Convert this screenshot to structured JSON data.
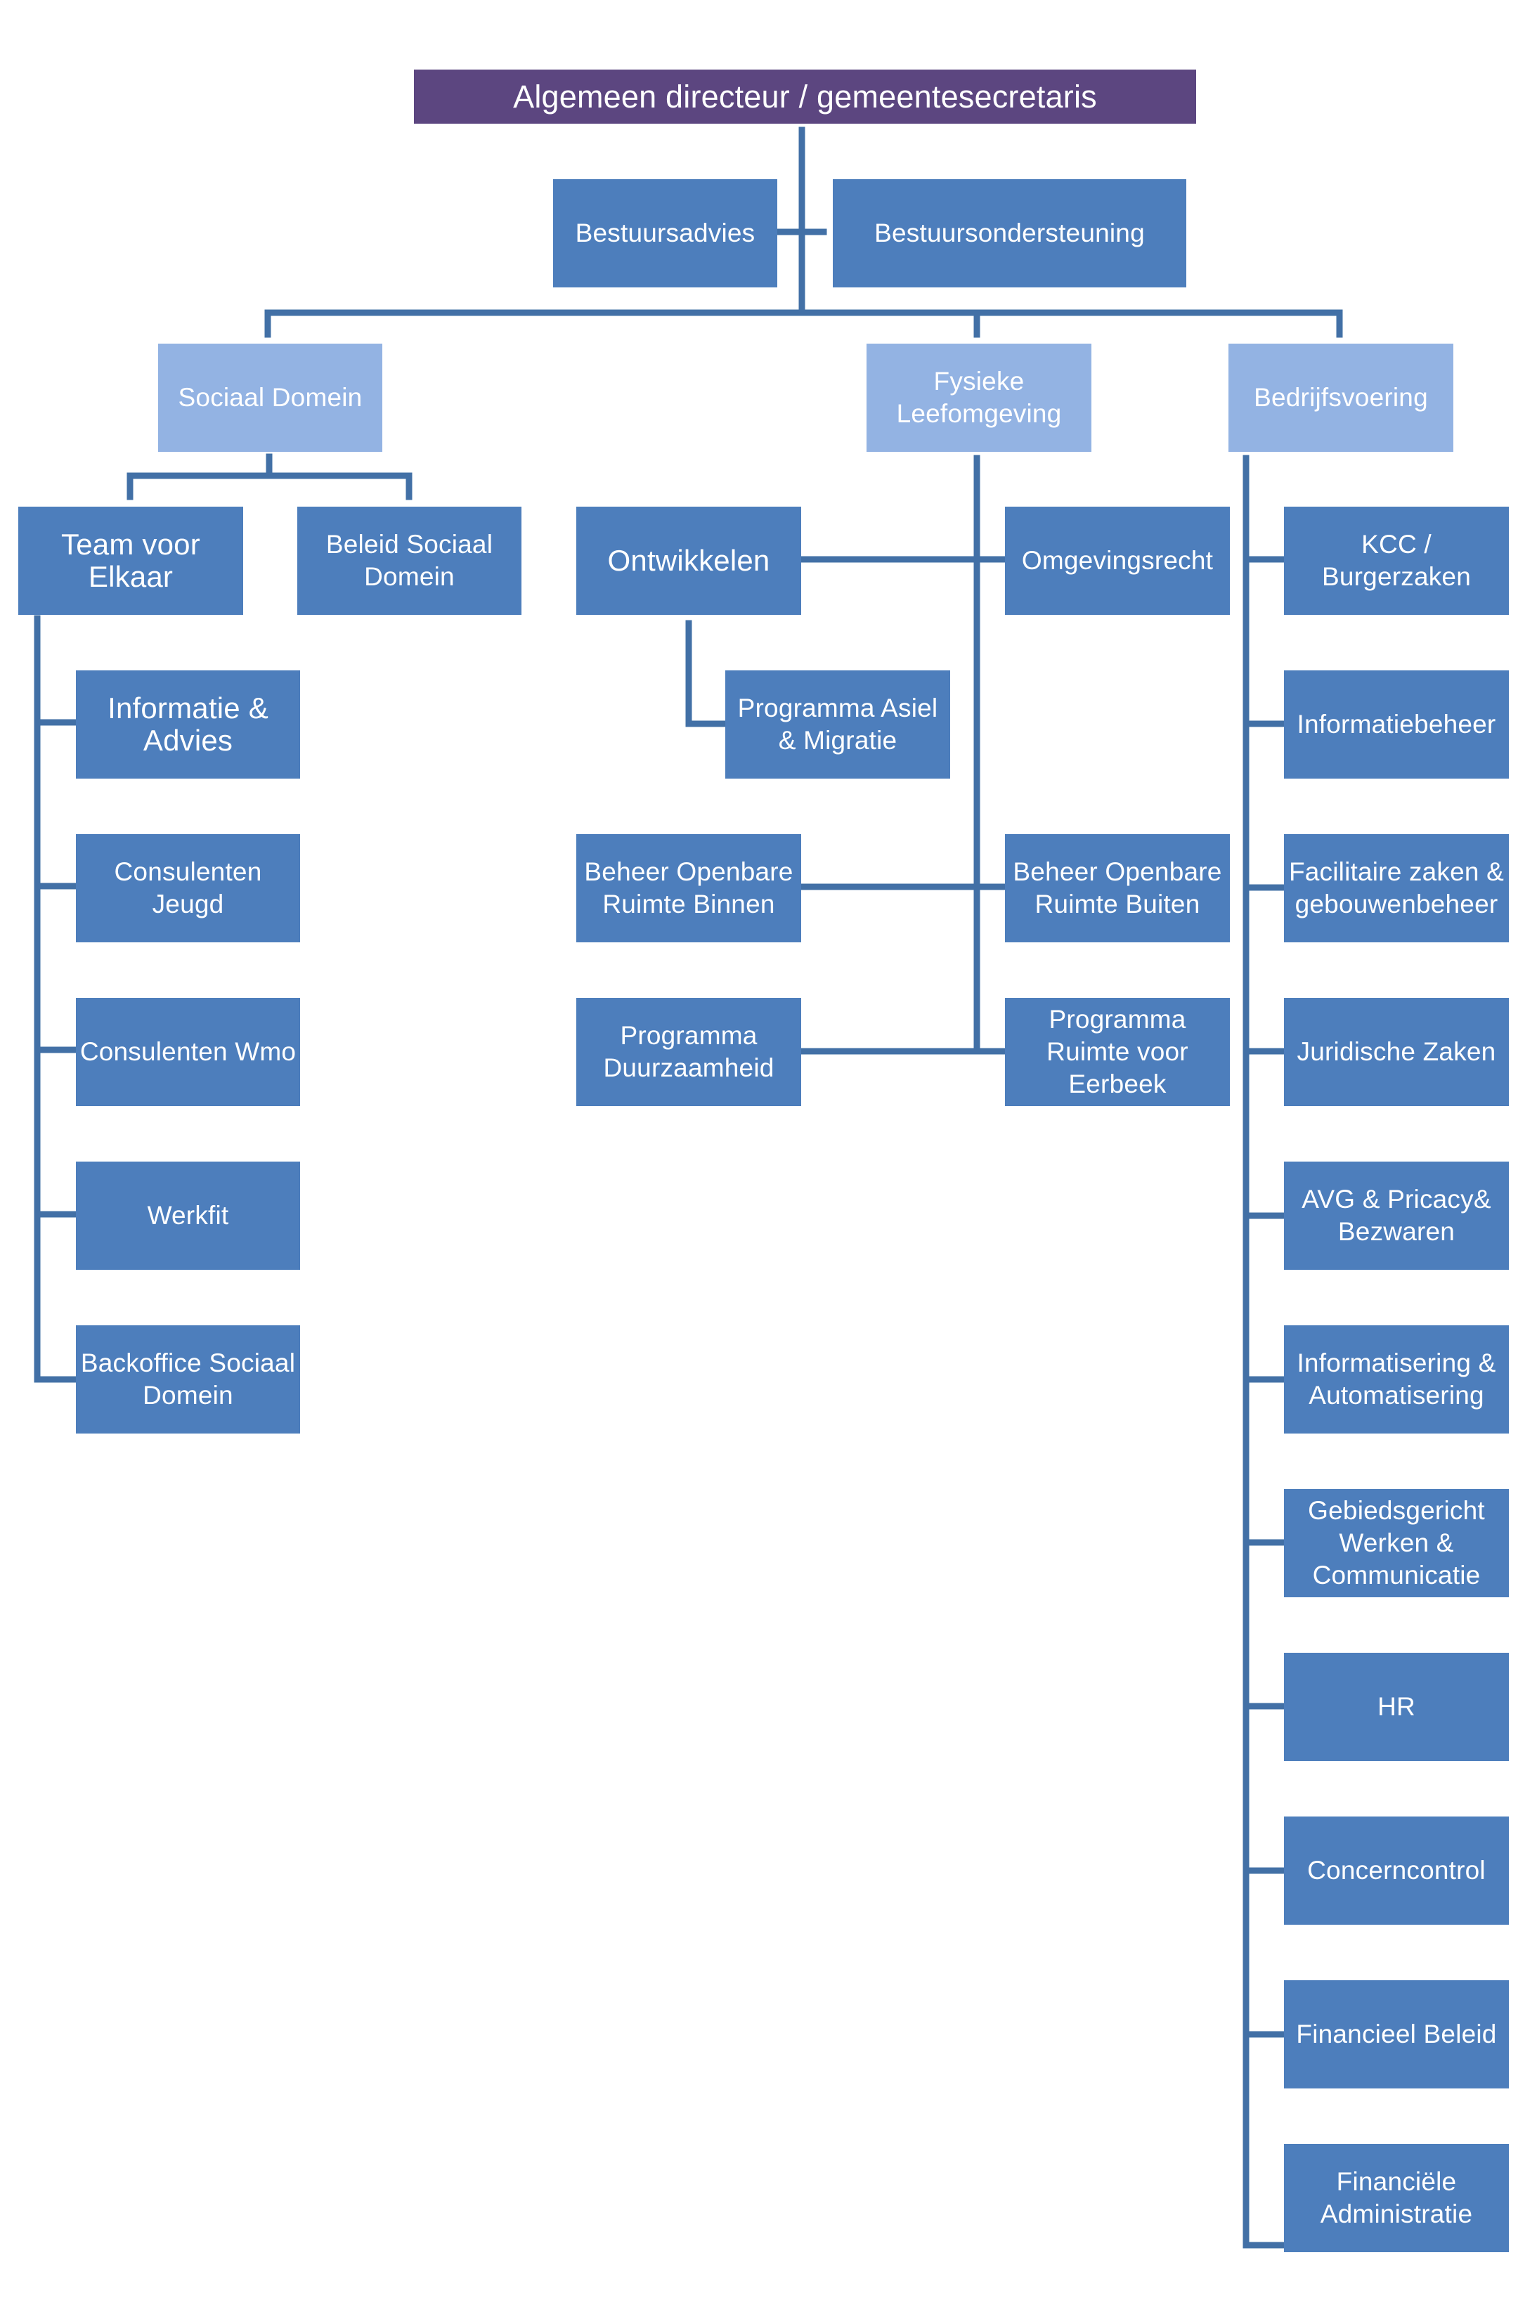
{
  "colors": {
    "director_fill": "#5c4680",
    "domain_fill": "#93b3e3",
    "unit_fill": "#4d7ebc",
    "text": "#ffffff",
    "connector": "#4270a6"
  },
  "director": "Algemeen directeur / gemeentesecretaris",
  "staff": {
    "advies": "Bestuursadvies",
    "ondersteuning": "Bestuursondersteuning"
  },
  "domains": {
    "sociaal": "Sociaal Domein",
    "fysiek": "Fysieke Leefomgeving",
    "bedrijf": "Bedrijfsvoering"
  },
  "sociaal": {
    "team_voor_elkaar": "Team voor Elkaar",
    "beleid": "Beleid Sociaal Domein",
    "units": [
      "Informatie & Advies",
      "Consulenten Jeugd",
      "Consulenten Wmo",
      "Werkfit",
      "Backoffice Sociaal Domein"
    ]
  },
  "fysiek": {
    "ontwikkelen": "Ontwikkelen",
    "omgevingsrecht": "Omgevingsrecht",
    "asiel": "Programma Asiel & Migratie",
    "beheer_binnen": "Beheer Openbare Ruimte Binnen",
    "beheer_buiten": "Beheer Openbare Ruimte Buiten",
    "duurzaamheid": "Programma Duurzaamheid",
    "eerbeek": "Programma Ruimte voor Eerbeek"
  },
  "bedrijf": {
    "units": [
      "KCC / Burgerzaken",
      "Informatiebeheer",
      "Facilitaire zaken & gebouwenbeheer",
      "Juridische Zaken",
      "AVG & Pricacy& Bezwaren",
      "Informatisering & Automatisering",
      "Gebiedsgericht Werken & Communicatie",
      "HR",
      "Concerncontrol",
      "Financieel Beleid",
      "Financiële Administratie"
    ]
  }
}
